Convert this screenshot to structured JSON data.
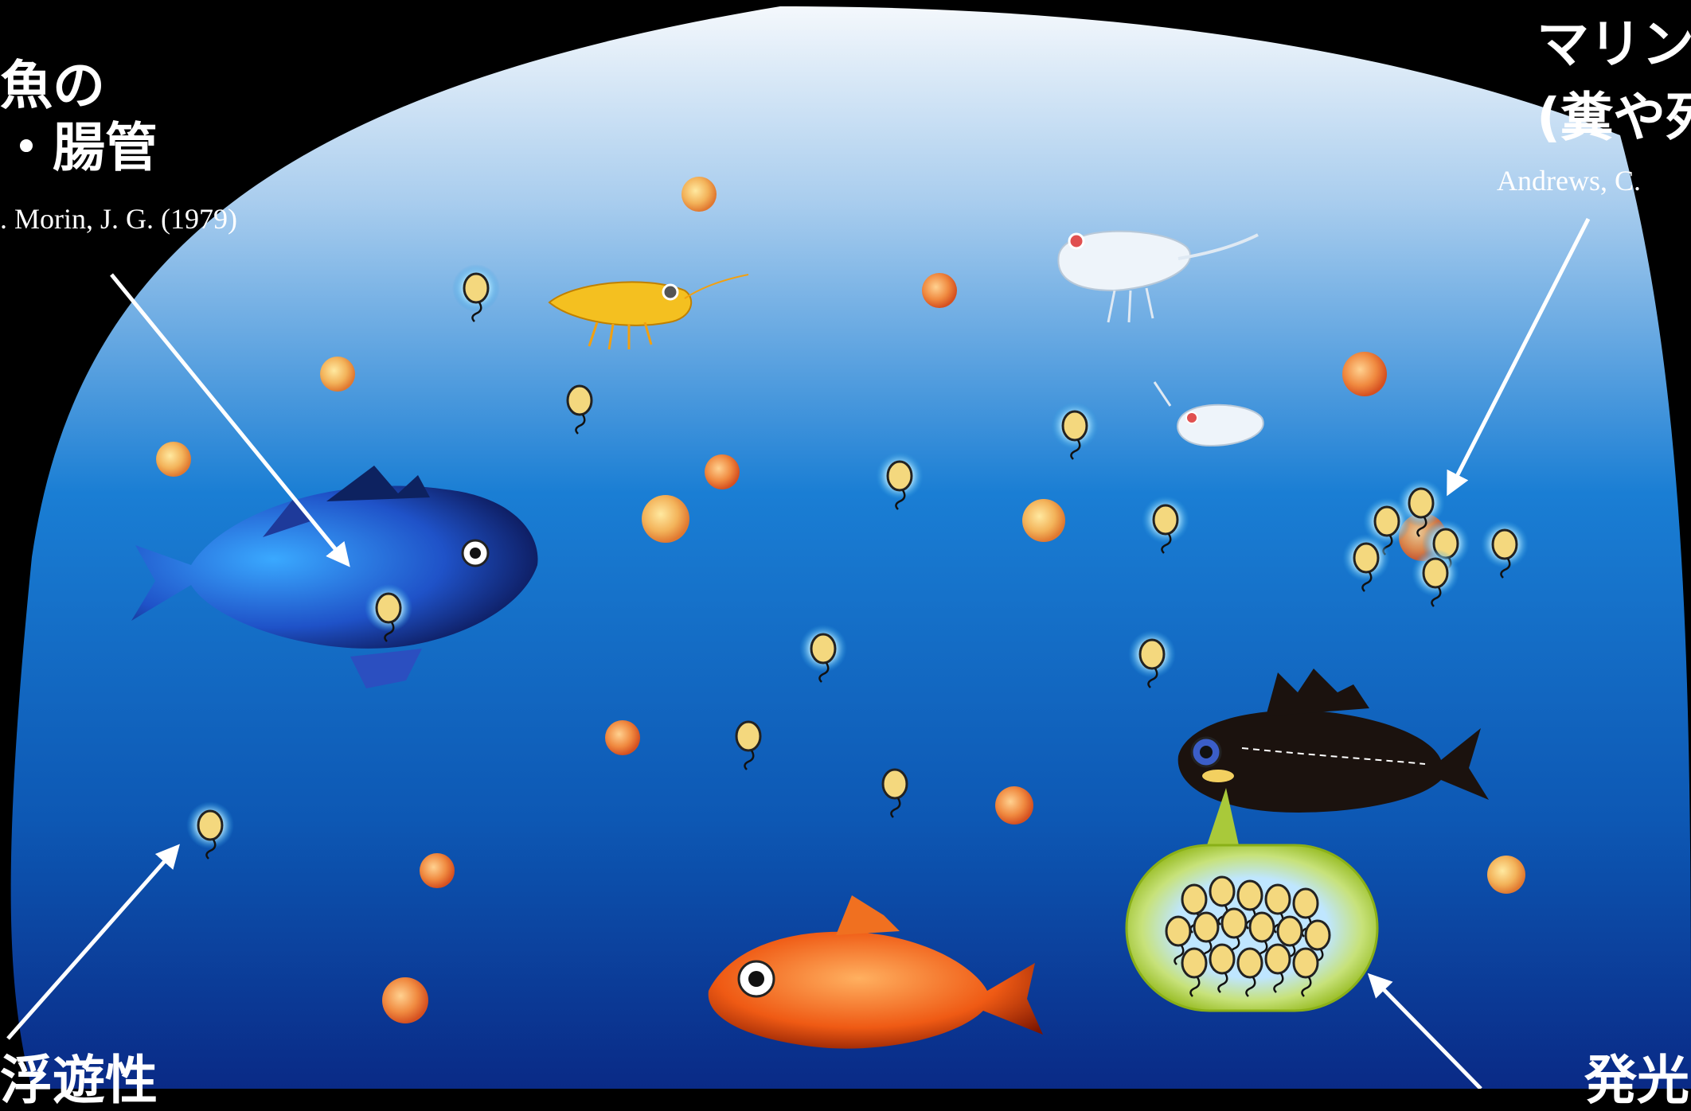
{
  "labels": {
    "top_left_line1": "魚の",
    "top_left_line2": "・腸管",
    "top_left_ref": ". Morin, J. G. (1979)",
    "top_right_line1": "マリン",
    "top_right_line2": "(糞や死",
    "top_right_ref": "Andrews, C.",
    "bottom_left": "浮遊性",
    "bottom_right": "発光"
  },
  "colors": {
    "background": "#000000",
    "water_top": "#e8f1fa",
    "water_mid": "#1a73c4",
    "water_bottom": "#0a2a86",
    "arrow": "#ffffff",
    "light_organ": "#a9c93a"
  },
  "icons": [
    "blue-fish-icon",
    "black-fish-icon",
    "orange-fish-icon",
    "yellow-shrimp-icon",
    "white-copepod-icon",
    "bacterium-icon",
    "particle-icon",
    "light-organ-icon"
  ]
}
